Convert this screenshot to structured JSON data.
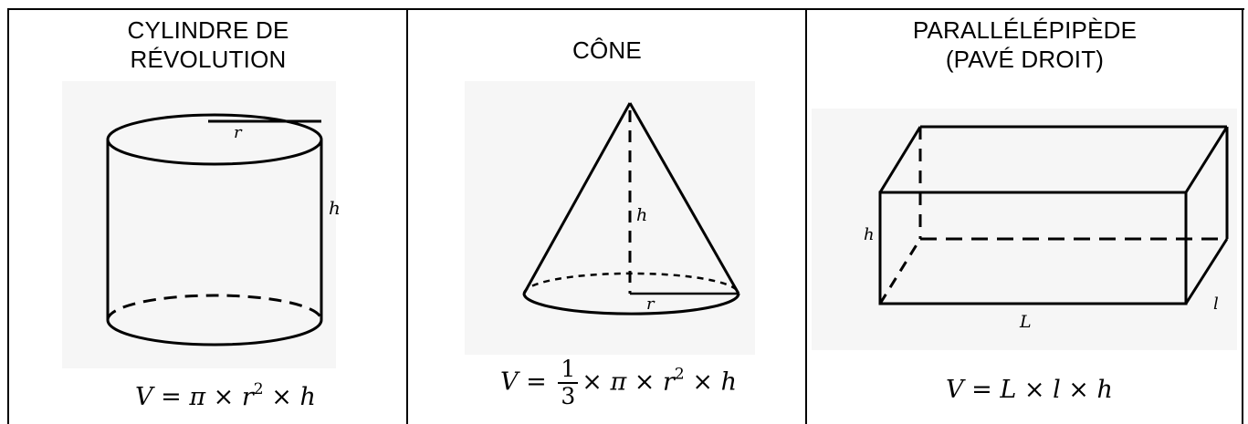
{
  "shapes": [
    {
      "title_lines": [
        "CYLINDRE DE",
        "RÉVOLUTION"
      ],
      "labels": {
        "radius": "r",
        "height": "h"
      },
      "formula": {
        "lhs": "V",
        "eq": "=",
        "parts": [
          "π",
          "×",
          "r",
          "2",
          "×",
          "h"
        ]
      }
    },
    {
      "title_lines": [
        "CÔNE"
      ],
      "labels": {
        "radius": "r",
        "height": "h"
      },
      "formula": {
        "lhs": "V",
        "eq": "=",
        "frac_num": "1",
        "frac_den": "3",
        "parts": [
          "×",
          "π",
          "×",
          "r",
          "2",
          "×",
          "h"
        ]
      }
    },
    {
      "title_lines": [
        "PARALLÉLÉPIPÈDE",
        "(PAVÉ DROIT)"
      ],
      "labels": {
        "length": "L",
        "width": "l",
        "height": "h"
      },
      "formula": {
        "lhs": "V",
        "eq": "=",
        "parts": [
          "L",
          "×",
          "l",
          "×",
          "h"
        ]
      }
    }
  ]
}
